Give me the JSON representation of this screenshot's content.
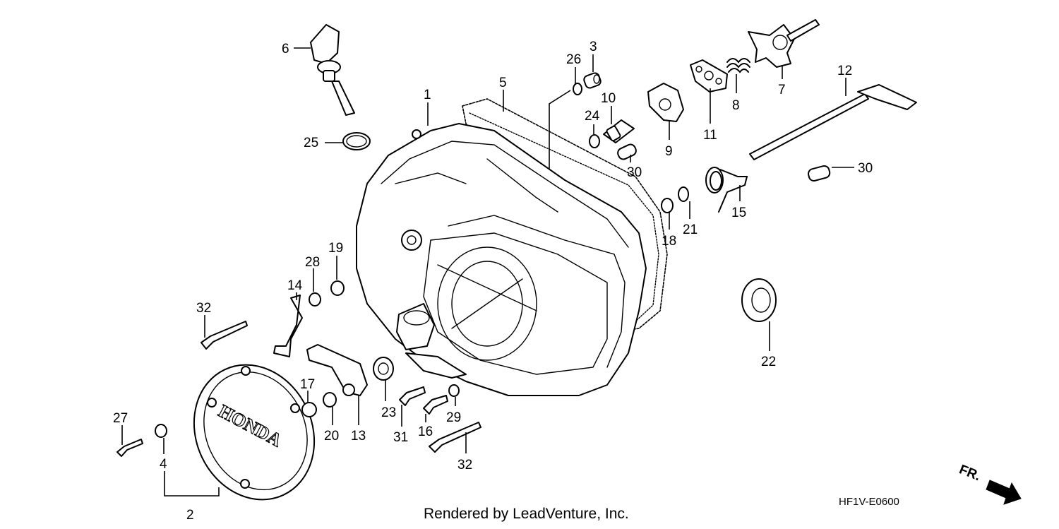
{
  "labels": [
    {
      "id": "p1",
      "text": "1"
    },
    {
      "id": "p2",
      "text": "2"
    },
    {
      "id": "p3",
      "text": "3"
    },
    {
      "id": "p4",
      "text": "4"
    },
    {
      "id": "p5",
      "text": "5"
    },
    {
      "id": "p6",
      "text": "6"
    },
    {
      "id": "p7",
      "text": "7"
    },
    {
      "id": "p8",
      "text": "8"
    },
    {
      "id": "p9",
      "text": "9"
    },
    {
      "id": "p10",
      "text": "10"
    },
    {
      "id": "p11",
      "text": "11"
    },
    {
      "id": "p12",
      "text": "12"
    },
    {
      "id": "p13",
      "text": "13"
    },
    {
      "id": "p14",
      "text": "14"
    },
    {
      "id": "p15",
      "text": "15"
    },
    {
      "id": "p16",
      "text": "16"
    },
    {
      "id": "p17",
      "text": "17"
    },
    {
      "id": "p18",
      "text": "18"
    },
    {
      "id": "p19",
      "text": "19"
    },
    {
      "id": "p20",
      "text": "20"
    },
    {
      "id": "p21",
      "text": "21"
    },
    {
      "id": "p22",
      "text": "22"
    },
    {
      "id": "p23",
      "text": "23"
    },
    {
      "id": "p24",
      "text": "24"
    },
    {
      "id": "p25",
      "text": "25"
    },
    {
      "id": "p26",
      "text": "26"
    },
    {
      "id": "p27",
      "text": "27"
    },
    {
      "id": "p28",
      "text": "28"
    },
    {
      "id": "p29",
      "text": "29"
    },
    {
      "id": "p30a",
      "text": "30"
    },
    {
      "id": "p30b",
      "text": "30"
    },
    {
      "id": "p31",
      "text": "31"
    },
    {
      "id": "p32a",
      "text": "32"
    },
    {
      "id": "p32b",
      "text": "32"
    }
  ],
  "cover_logo": "HONDA",
  "direction_label": "FR.",
  "diagram_code": "HF1V-E0600",
  "credit": "Rendered by LeadVenture, Inc."
}
